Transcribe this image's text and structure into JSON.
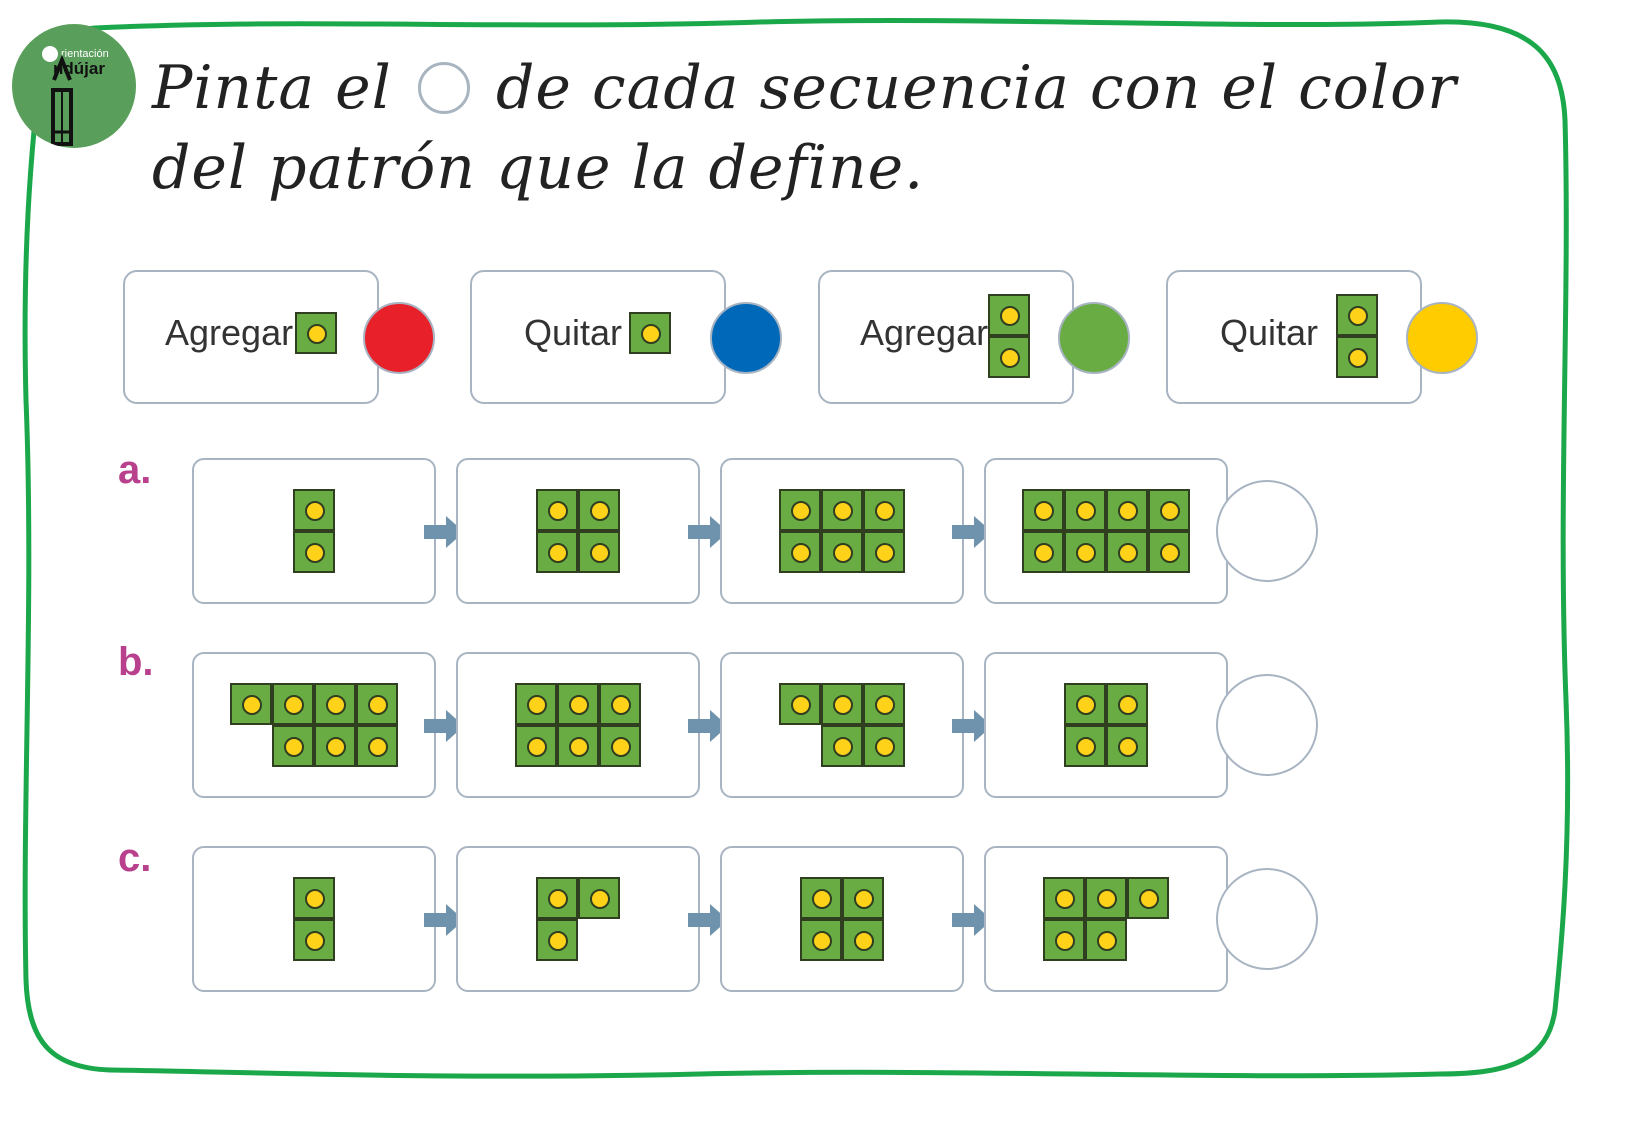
{
  "logo": {
    "small_text": "rientación",
    "big_text": "ndújar"
  },
  "instruction": {
    "part1": "Pinta el",
    "part2": "de cada secuencia con el color del patrón que la define."
  },
  "legend": [
    {
      "label": "Agregar",
      "tile": "single",
      "color": "#e8202a",
      "color_name": "red"
    },
    {
      "label": "Quitar",
      "tile": "single",
      "color": "#0068b8",
      "color_name": "blue"
    },
    {
      "label": "Agregar",
      "tile": "double",
      "color": "#6aac44",
      "color_name": "green"
    },
    {
      "label": "Quitar",
      "tile": "double",
      "color": "#ffcc00",
      "color_name": "yellow"
    }
  ],
  "sequences": [
    {
      "label": "a.",
      "steps": [
        2,
        4,
        6,
        8
      ]
    },
    {
      "label": "b.",
      "steps": [
        7,
        6,
        5,
        4
      ]
    },
    {
      "label": "c.",
      "steps": [
        2,
        3,
        4,
        5
      ]
    }
  ],
  "colors": {
    "frame": "#1aa84a",
    "tile": "#6aac44",
    "dot": "#ffd21a",
    "card_border": "#a8b4c2",
    "arrow": "#6f93ad",
    "row_label": "#b8408c"
  }
}
